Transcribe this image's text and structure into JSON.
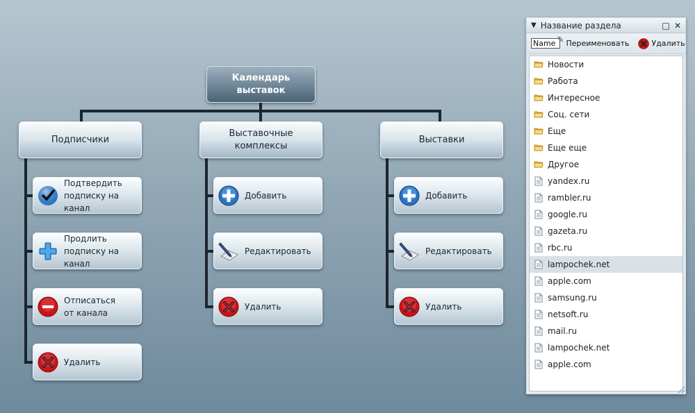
{
  "tree": {
    "root": "Календарь\nвыставок",
    "columns": [
      {
        "title": "Подписчики",
        "actions": [
          {
            "icon": "check-icon",
            "label": "Подтвердить\nподписку на канал"
          },
          {
            "icon": "plus-cross-icon",
            "label": "Продлить\nподписку на канал"
          },
          {
            "icon": "minus-circle-icon",
            "label": "Отписаться\nот канала"
          },
          {
            "icon": "delete-icon",
            "label": "Удалить"
          }
        ]
      },
      {
        "title": "Выставочные\nкомплексы",
        "actions": [
          {
            "icon": "add-icon",
            "label": "Добавить"
          },
          {
            "icon": "edit-icon",
            "label": "Редактировать"
          },
          {
            "icon": "delete-icon",
            "label": "Удалить"
          }
        ]
      },
      {
        "title": "Выставки",
        "actions": [
          {
            "icon": "add-icon",
            "label": "Добавить"
          },
          {
            "icon": "edit-icon",
            "label": "Редактировать"
          },
          {
            "icon": "delete-icon",
            "label": "Удалить"
          }
        ]
      }
    ]
  },
  "panel": {
    "title": "Название раздела",
    "toolbar": {
      "name_box": "Name",
      "rename_label": "Переименовать",
      "delete_label": "Удалить"
    },
    "items": [
      {
        "type": "folder",
        "label": "Новости"
      },
      {
        "type": "folder",
        "label": "Работа"
      },
      {
        "type": "folder",
        "label": "Интересное"
      },
      {
        "type": "folder",
        "label": "Соц. сети"
      },
      {
        "type": "folder",
        "label": "Еще"
      },
      {
        "type": "folder",
        "label": "Еще еще"
      },
      {
        "type": "folder",
        "label": "Другое"
      },
      {
        "type": "page",
        "label": "yandex.ru"
      },
      {
        "type": "page",
        "label": "rambler.ru"
      },
      {
        "type": "page",
        "label": "google.ru"
      },
      {
        "type": "page",
        "label": "gazeta.ru"
      },
      {
        "type": "page",
        "label": "rbc.ru"
      },
      {
        "type": "page",
        "label": "lampochek.net",
        "selected": true
      },
      {
        "type": "page",
        "label": "apple.com"
      },
      {
        "type": "page",
        "label": "samsung.ru"
      },
      {
        "type": "page",
        "label": "netsoft.ru"
      },
      {
        "type": "page",
        "label": "mail.ru"
      },
      {
        "type": "page",
        "label": "lampochek.net"
      },
      {
        "type": "page",
        "label": "apple.com"
      }
    ]
  }
}
